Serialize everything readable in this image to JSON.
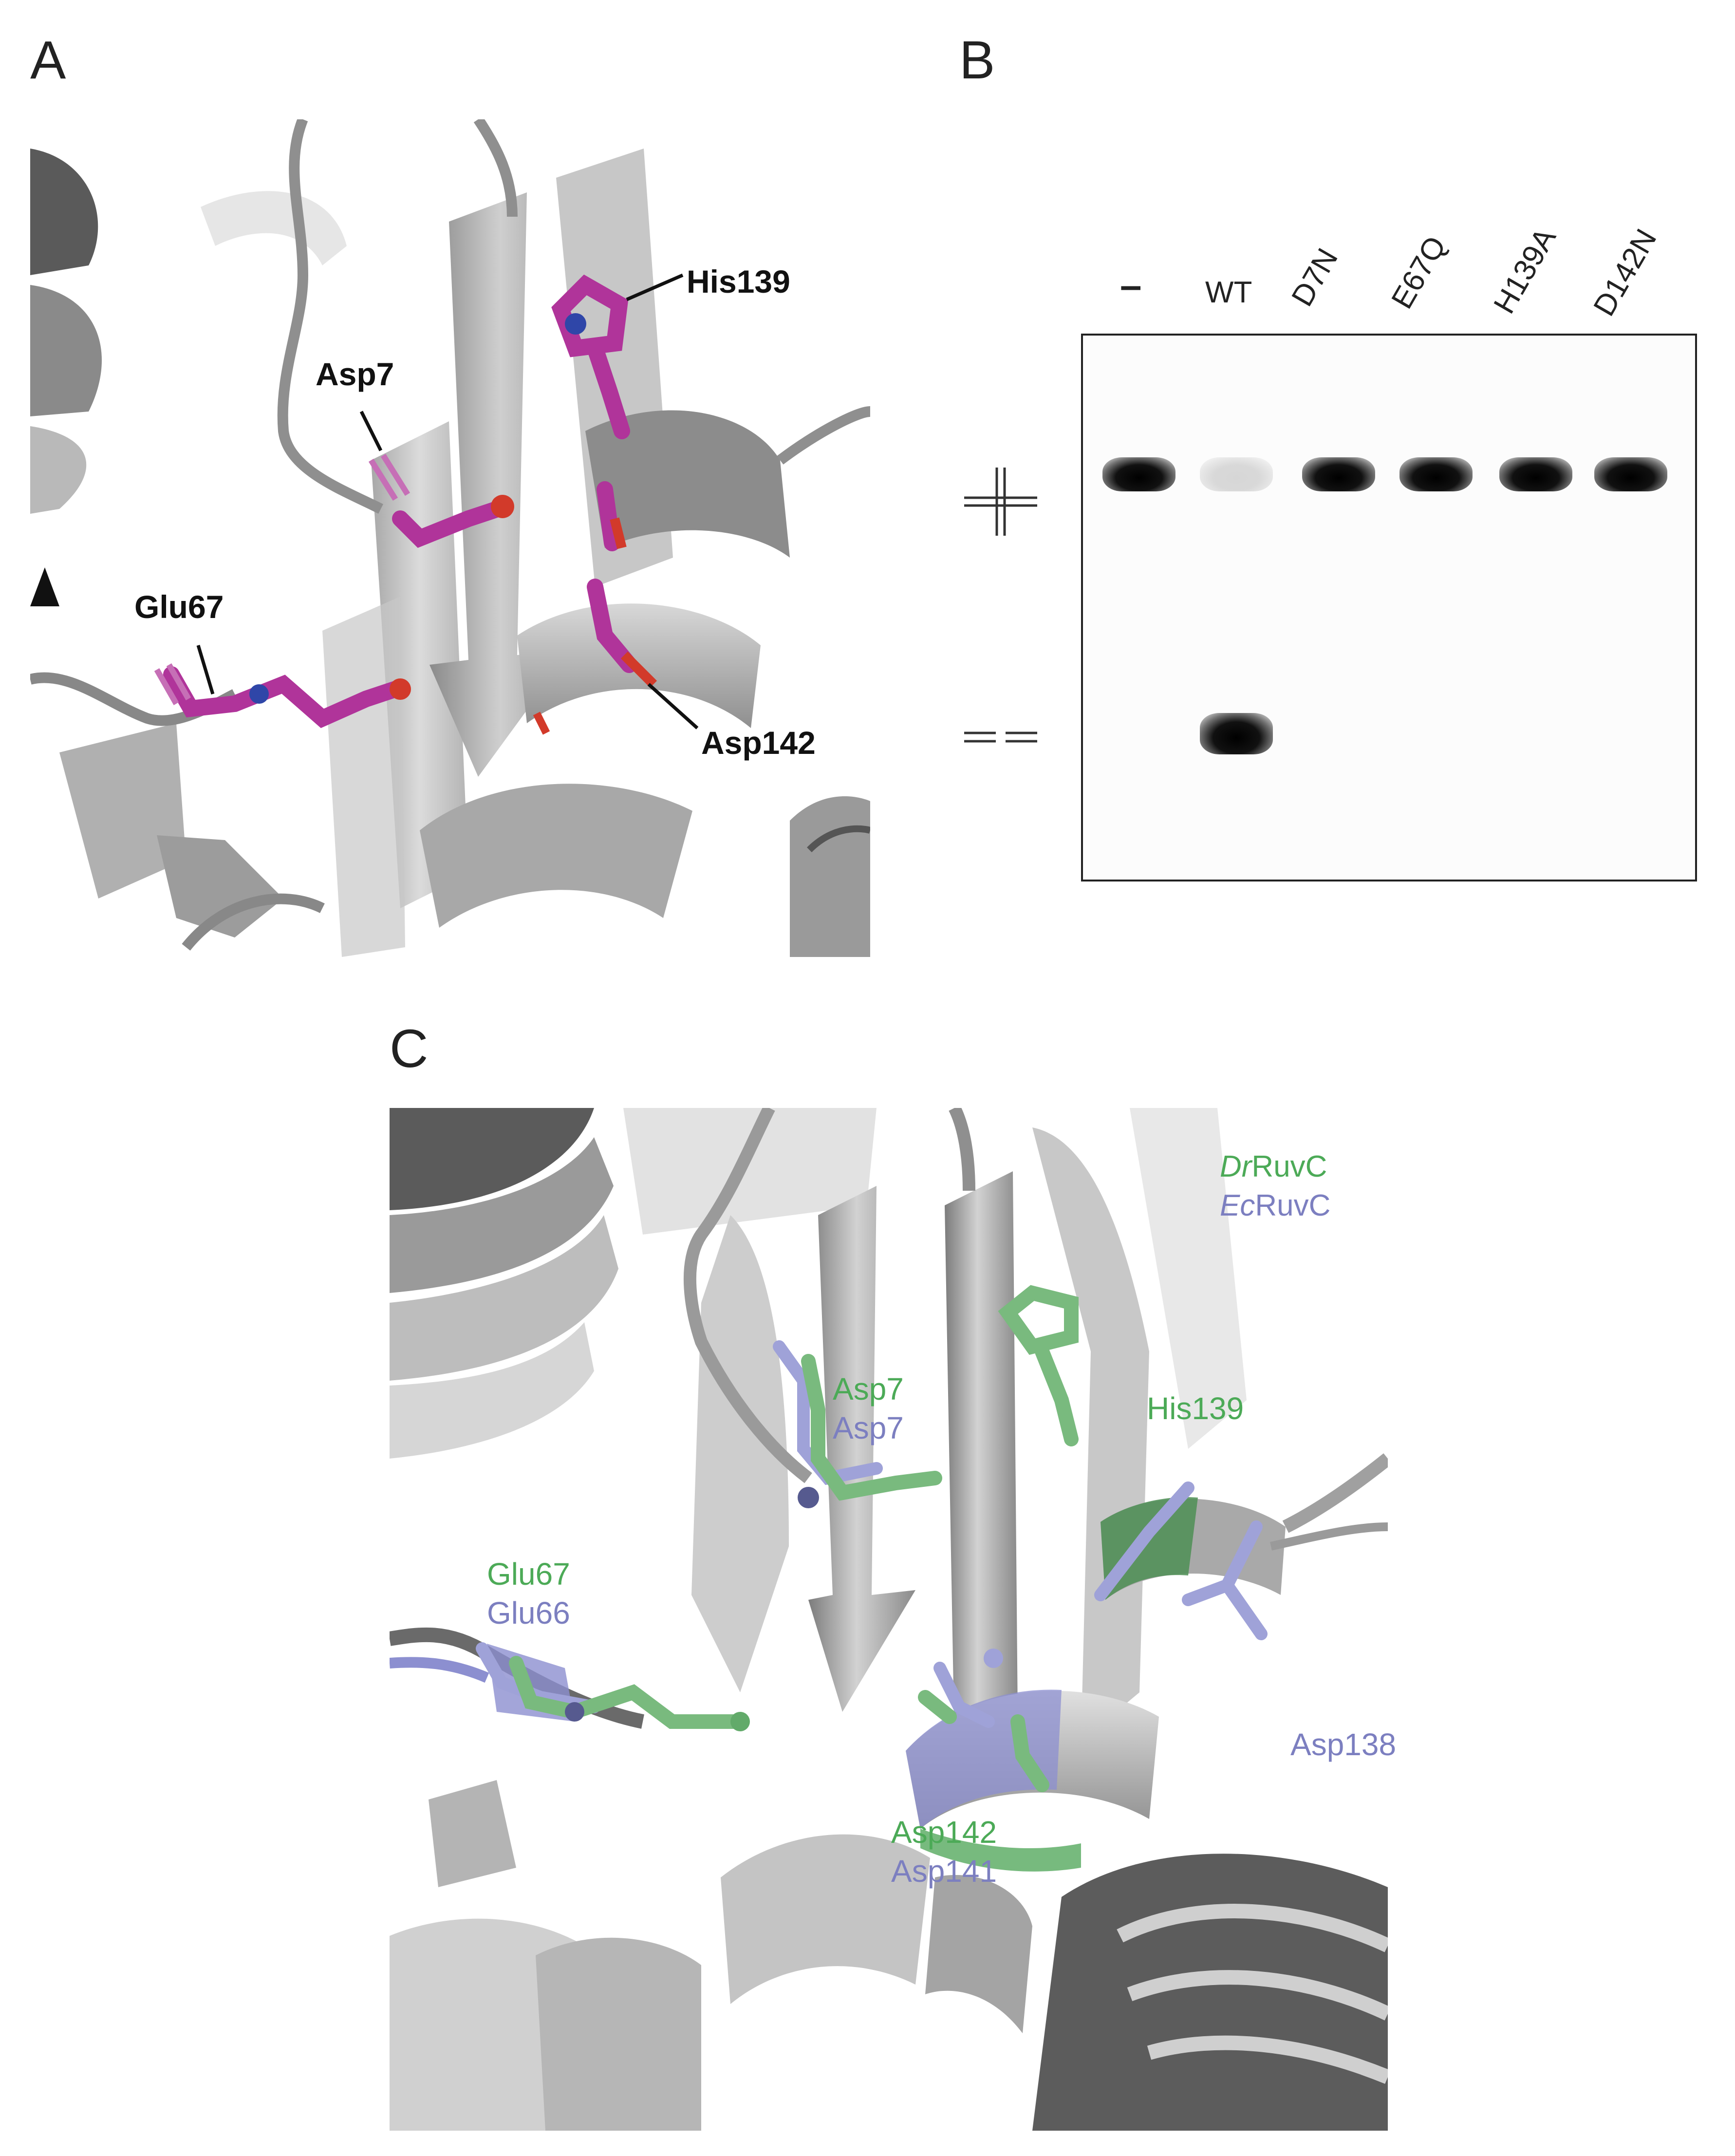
{
  "panels": {
    "a": {
      "letter": "A"
    },
    "b": {
      "letter": "B"
    },
    "c": {
      "letter": "C"
    }
  },
  "panel_a_labels": {
    "his139": "His139",
    "asp7": "Asp7",
    "glu67": "Glu67",
    "asp142": "Asp142"
  },
  "gel": {
    "lanes": [
      "–",
      "WT",
      "D7N",
      "E67Q",
      "H139A",
      "D142N"
    ],
    "band_intensity_upper": [
      1.0,
      0.15,
      1.0,
      1.0,
      1.0,
      1.0
    ],
    "band_intensity_lower": [
      0.0,
      1.0,
      0.0,
      0.0,
      0.0,
      0.0
    ]
  },
  "legend": {
    "dr_species": "Dr",
    "dr_name": "RuvC",
    "ec_species": "Ec",
    "ec_name": "RuvC"
  },
  "panel_c_labels": {
    "asp7_dr": "Asp7",
    "asp7_ec": "Asp7",
    "his139_dr": "His139",
    "glu67_dr": "Glu67",
    "glu66_ec": "Glu66",
    "asp138_ec": "Asp138",
    "asp142_dr": "Asp142",
    "asp141_ec": "Asp141"
  },
  "colors": {
    "magenta": "#b0349a",
    "dr_green": "#4caa57",
    "ec_blue": "#7c7fc0",
    "ribbon_gray": "#a9a9a9"
  }
}
